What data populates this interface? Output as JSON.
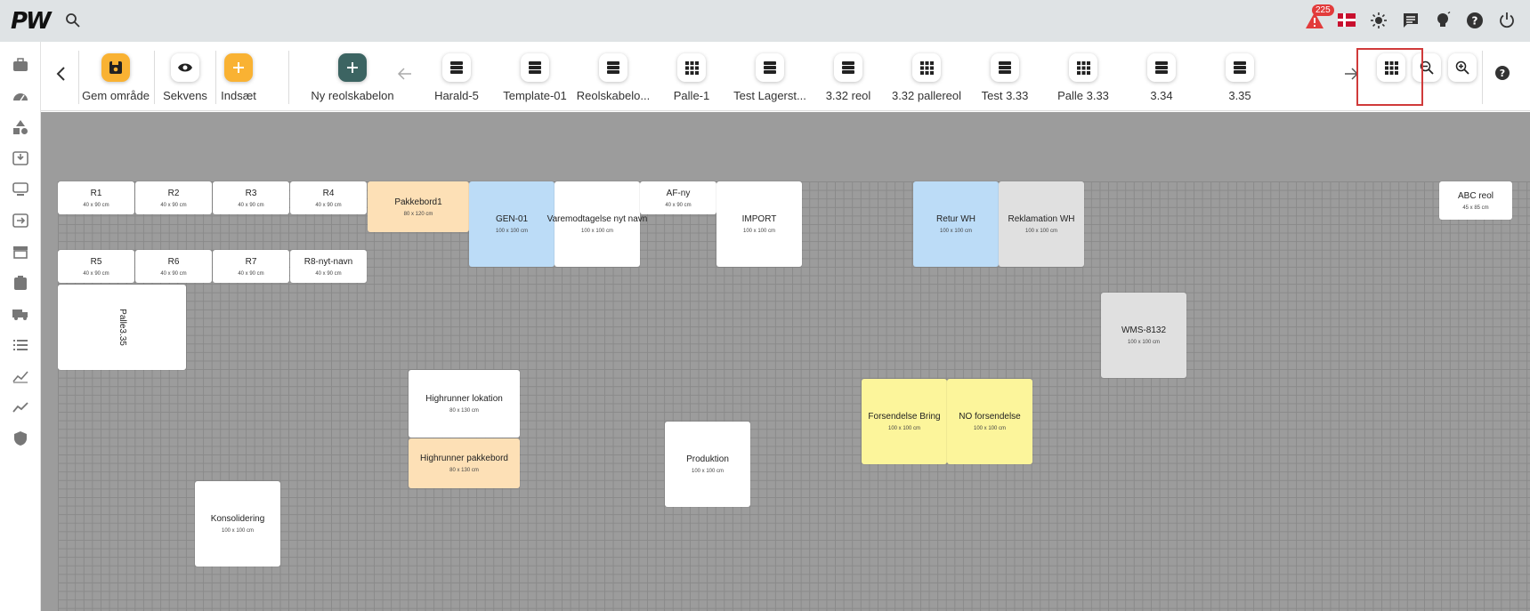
{
  "app": {
    "logo": "PW"
  },
  "topbar": {
    "notification_count": "225"
  },
  "toolbar": {
    "save_label": "Gem område",
    "sequence_label": "Sekvens",
    "insert_label": "Indsæt",
    "new_template_label": "Ny reolskabelon",
    "templates": [
      "Harald-5",
      "Template-01",
      "Reolskabelo...",
      "Palle-1",
      "Test Lagerst...",
      "3.32 reol",
      "3.32 pallereol",
      "Test 3.33",
      "Palle 3.33",
      "3.34",
      "3.35"
    ]
  },
  "blocks": [
    {
      "name": "R1",
      "size": "40 x 90 cm"
    },
    {
      "name": "R2",
      "size": "40 x 90 cm"
    },
    {
      "name": "R3",
      "size": "40 x 90 cm"
    },
    {
      "name": "R4",
      "size": "40 x 90 cm"
    },
    {
      "name": "Pakkebord1",
      "size": "80 x 120 cm"
    },
    {
      "name": "GEN-01",
      "size": "100 x 100 cm"
    },
    {
      "name": "Varemodtagelse nyt navn",
      "size": "100 x 100 cm"
    },
    {
      "name": "AF-ny",
      "size": "40 x 90 cm"
    },
    {
      "name": "IMPORT",
      "size": "100 x 100 cm"
    },
    {
      "name": "Retur WH",
      "size": "100 x 100 cm"
    },
    {
      "name": "Reklamation WH",
      "size": "100 x 100 cm"
    },
    {
      "name": "ABC reol",
      "size": "45 x 85 cm"
    },
    {
      "name": "R5",
      "size": "40 x 90 cm"
    },
    {
      "name": "R6",
      "size": "40 x 90 cm"
    },
    {
      "name": "R7",
      "size": "40 x 90 cm"
    },
    {
      "name": "R8-nyt-navn",
      "size": "40 x 90 cm"
    },
    {
      "name": "Palle3.35",
      "size": ""
    },
    {
      "name": "WMS-8132",
      "size": "100 x 100 cm"
    },
    {
      "name": "Highrunner lokation",
      "size": "80 x 130 cm"
    },
    {
      "name": "Highrunner pakkebord",
      "size": "80 x 130 cm"
    },
    {
      "name": "Forsendelse Bring",
      "size": "100 x 100 cm"
    },
    {
      "name": "NO forsendelse",
      "size": "100 x 100 cm"
    },
    {
      "name": "Produktion",
      "size": "100 x 100 cm"
    },
    {
      "name": "Konsolidering",
      "size": "100 x 100 cm"
    }
  ],
  "colors": {
    "accent_orange": "#f9b233",
    "accent_teal": "#3c6462",
    "highlight_red": "#d03a3a",
    "canvas": "#9c9c9c"
  }
}
